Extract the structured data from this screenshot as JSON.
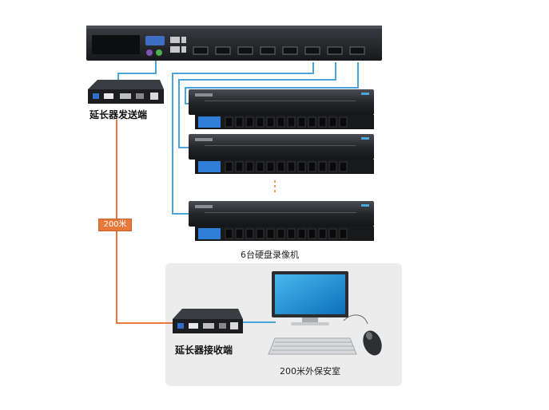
{
  "labels": {
    "sender": "延长器发送端",
    "distance": "200米",
    "recorders": "6台硬盘录像机",
    "receiver": "延长器接收端",
    "room": "200米外保安室"
  },
  "colors": {
    "cable_blue": "#4aa6d8",
    "cable_orange": "#e8793a",
    "device_dark": "#1c1e21"
  }
}
